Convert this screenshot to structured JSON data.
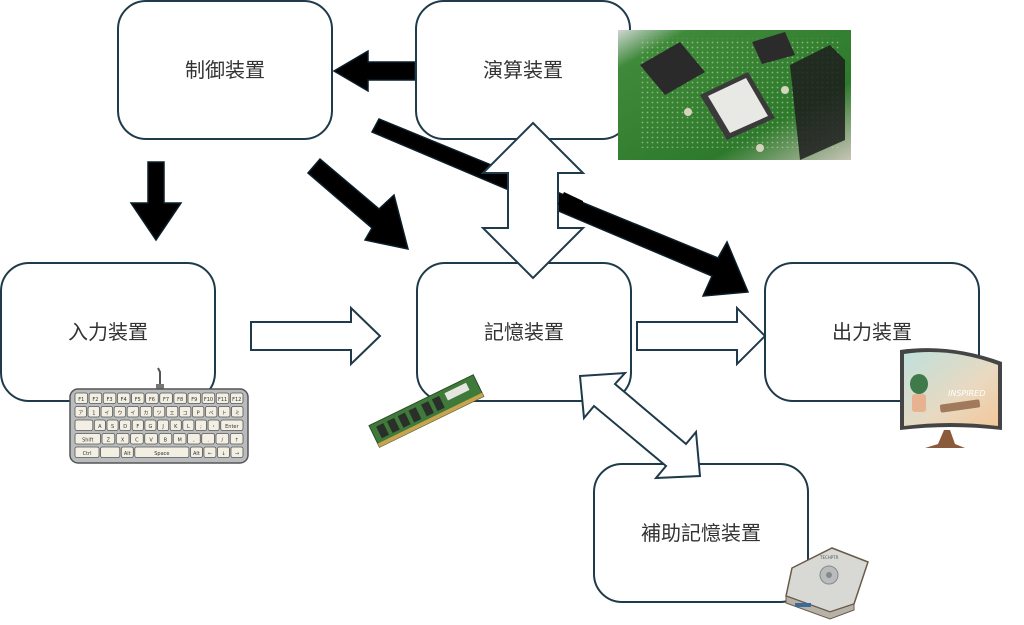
{
  "diagram": {
    "title": "Computer five main units",
    "nodes": {
      "control": {
        "label": "制御装置"
      },
      "arithmetic": {
        "label": "演算装置",
        "image": "cpu-circuit-board-photo"
      },
      "input": {
        "label": "入力装置",
        "image": "keyboard-illustration"
      },
      "memory": {
        "label": "記憶装置",
        "image": "ram-module-illustration"
      },
      "output": {
        "label": "出力装置",
        "image": "monitor-illustration"
      },
      "auxiliary": {
        "label": "補助記憶装置",
        "image": "hard-disk-illustration"
      }
    },
    "edges": [
      {
        "from": "arithmetic",
        "to": "control",
        "style": "solid"
      },
      {
        "from": "control",
        "to": "input",
        "style": "solid"
      },
      {
        "from": "control",
        "to": "memory",
        "style": "solid"
      },
      {
        "from": "control",
        "to": "output",
        "style": "solid"
      },
      {
        "from": "arithmetic",
        "to": "memory",
        "style": "hollow-bidirectional"
      },
      {
        "from": "input",
        "to": "memory",
        "style": "hollow"
      },
      {
        "from": "memory",
        "to": "output",
        "style": "hollow"
      },
      {
        "from": "memory",
        "to": "auxiliary",
        "style": "hollow-bidirectional"
      }
    ],
    "keyboard": {
      "row1": [
        "F1",
        "F2",
        "F3",
        "F4",
        "F5",
        "F6",
        "F7",
        "F8",
        "F9",
        "F10",
        "F11",
        "F12"
      ],
      "row2": [
        "ア",
        "1",
        "イ",
        "ウ",
        "イ",
        "カ",
        "ツ",
        "エ",
        "コ",
        "P",
        "ぺ",
        "ト",
        "ミ"
      ],
      "row3": [
        "",
        "A",
        "S",
        "D",
        "F",
        "G",
        "J",
        "K",
        "L",
        ";",
        "・",
        "Enter"
      ],
      "row4": [
        "Shift",
        "Z",
        "X",
        "C",
        "V",
        "B",
        "M",
        ",",
        ".",
        "/",
        "↑"
      ],
      "row5": [
        "Ctrl",
        "",
        "Alt",
        "Space",
        "Alt",
        "←",
        "↓",
        "→"
      ]
    },
    "monitor_text": "INSPIRED",
    "hdd_brand": "TECHPTR"
  }
}
